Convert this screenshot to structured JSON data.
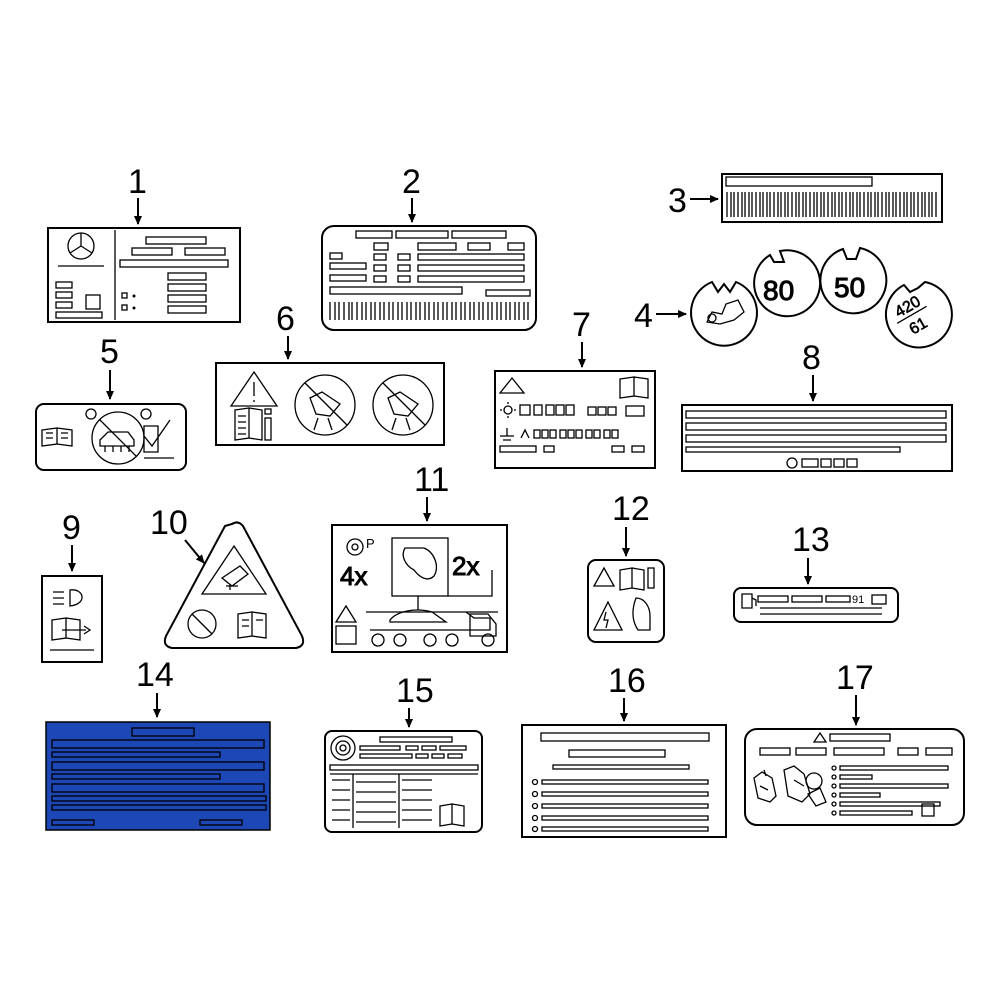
{
  "diagram": {
    "labels": [
      {
        "id": "1",
        "name": "label-1"
      },
      {
        "id": "2",
        "name": "label-2"
      },
      {
        "id": "3",
        "name": "label-3"
      },
      {
        "id": "4",
        "name": "label-4",
        "discs": [
          "80",
          "50",
          "420",
          "61"
        ]
      },
      {
        "id": "5",
        "name": "label-5"
      },
      {
        "id": "6",
        "name": "label-6"
      },
      {
        "id": "7",
        "name": "label-7"
      },
      {
        "id": "8",
        "name": "label-8"
      },
      {
        "id": "9",
        "name": "label-9"
      },
      {
        "id": "10",
        "name": "label-10"
      },
      {
        "id": "11",
        "name": "label-11",
        "texts": [
          "4x",
          "2x",
          "P"
        ]
      },
      {
        "id": "12",
        "name": "label-12"
      },
      {
        "id": "13",
        "name": "label-13",
        "texts": [
          "91"
        ]
      },
      {
        "id": "14",
        "name": "label-14",
        "highlight_color": "#1c47b4"
      },
      {
        "id": "15",
        "name": "label-15"
      },
      {
        "id": "16",
        "name": "label-16"
      },
      {
        "id": "17",
        "name": "label-17"
      }
    ]
  }
}
